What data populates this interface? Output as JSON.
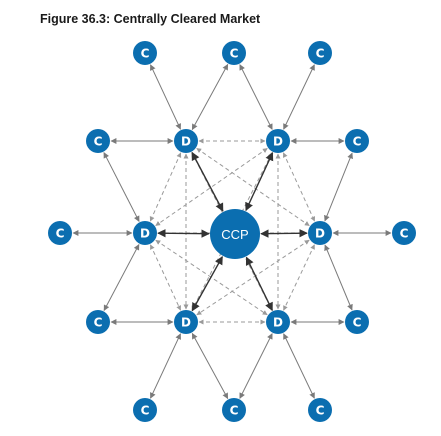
{
  "title": "Figure 36.3: Centrally Cleared Market",
  "colors": {
    "node_fill": "#0b6eb0",
    "solid_edge": "#7a7a7a",
    "solid_edge_dark": "#333333",
    "dashed_edge": "#9a9a9a"
  },
  "labels": {
    "client": "C",
    "dealer": "D",
    "ccp": "CCP"
  }
}
